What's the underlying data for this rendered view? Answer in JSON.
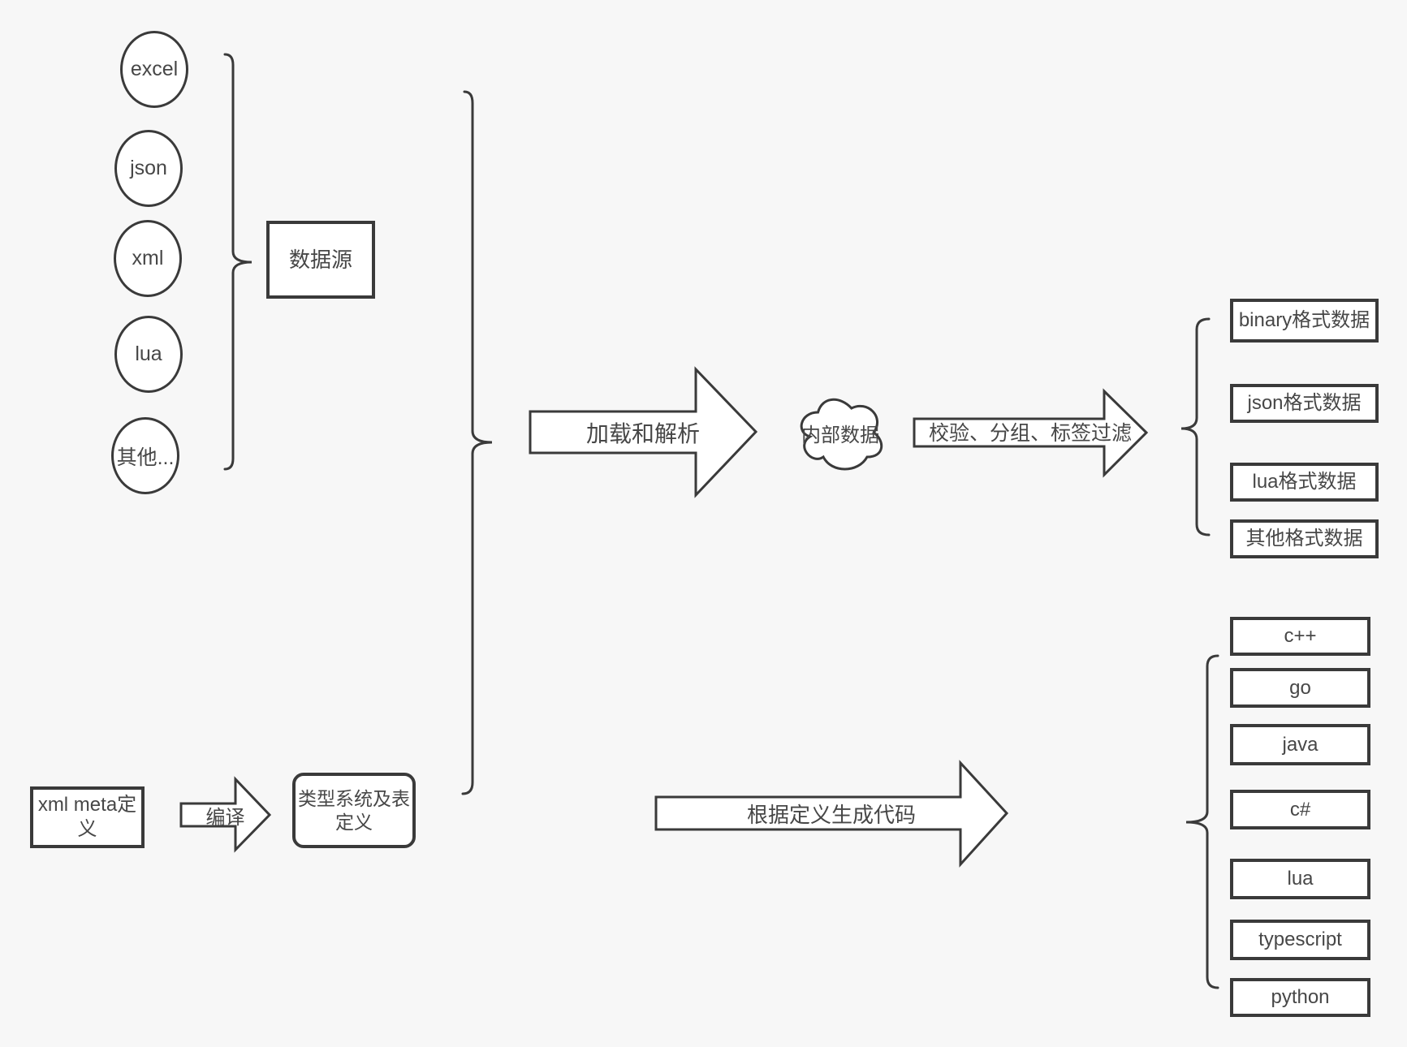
{
  "diagram": {
    "sources": {
      "items": [
        "excel",
        "json",
        "xml",
        "lua",
        "其他..."
      ],
      "group_label": "数据源"
    },
    "meta": {
      "xml_meta_box": "xml meta定义",
      "type_system_box": "类型系统及表定义"
    },
    "flow": {
      "load_parse_arrow": "加载和解析",
      "internal_data_cloud": "内部数据",
      "filter_arrow": "校验、分组、标签过滤",
      "compile_arrow": "编译",
      "generate_code_arrow": "根据定义生成代码"
    },
    "outputs": {
      "data_formats": [
        "binary格式数据",
        "json格式数据",
        "lua格式数据",
        "其他格式数据"
      ],
      "languages": [
        "c++",
        "go",
        "java",
        "c#",
        "lua",
        "typescript",
        "python"
      ]
    },
    "colors": {
      "background": "#f7f7f7",
      "stroke": "#3a3a3a",
      "shape_fill": "#ffffff",
      "text": "#474747"
    }
  }
}
